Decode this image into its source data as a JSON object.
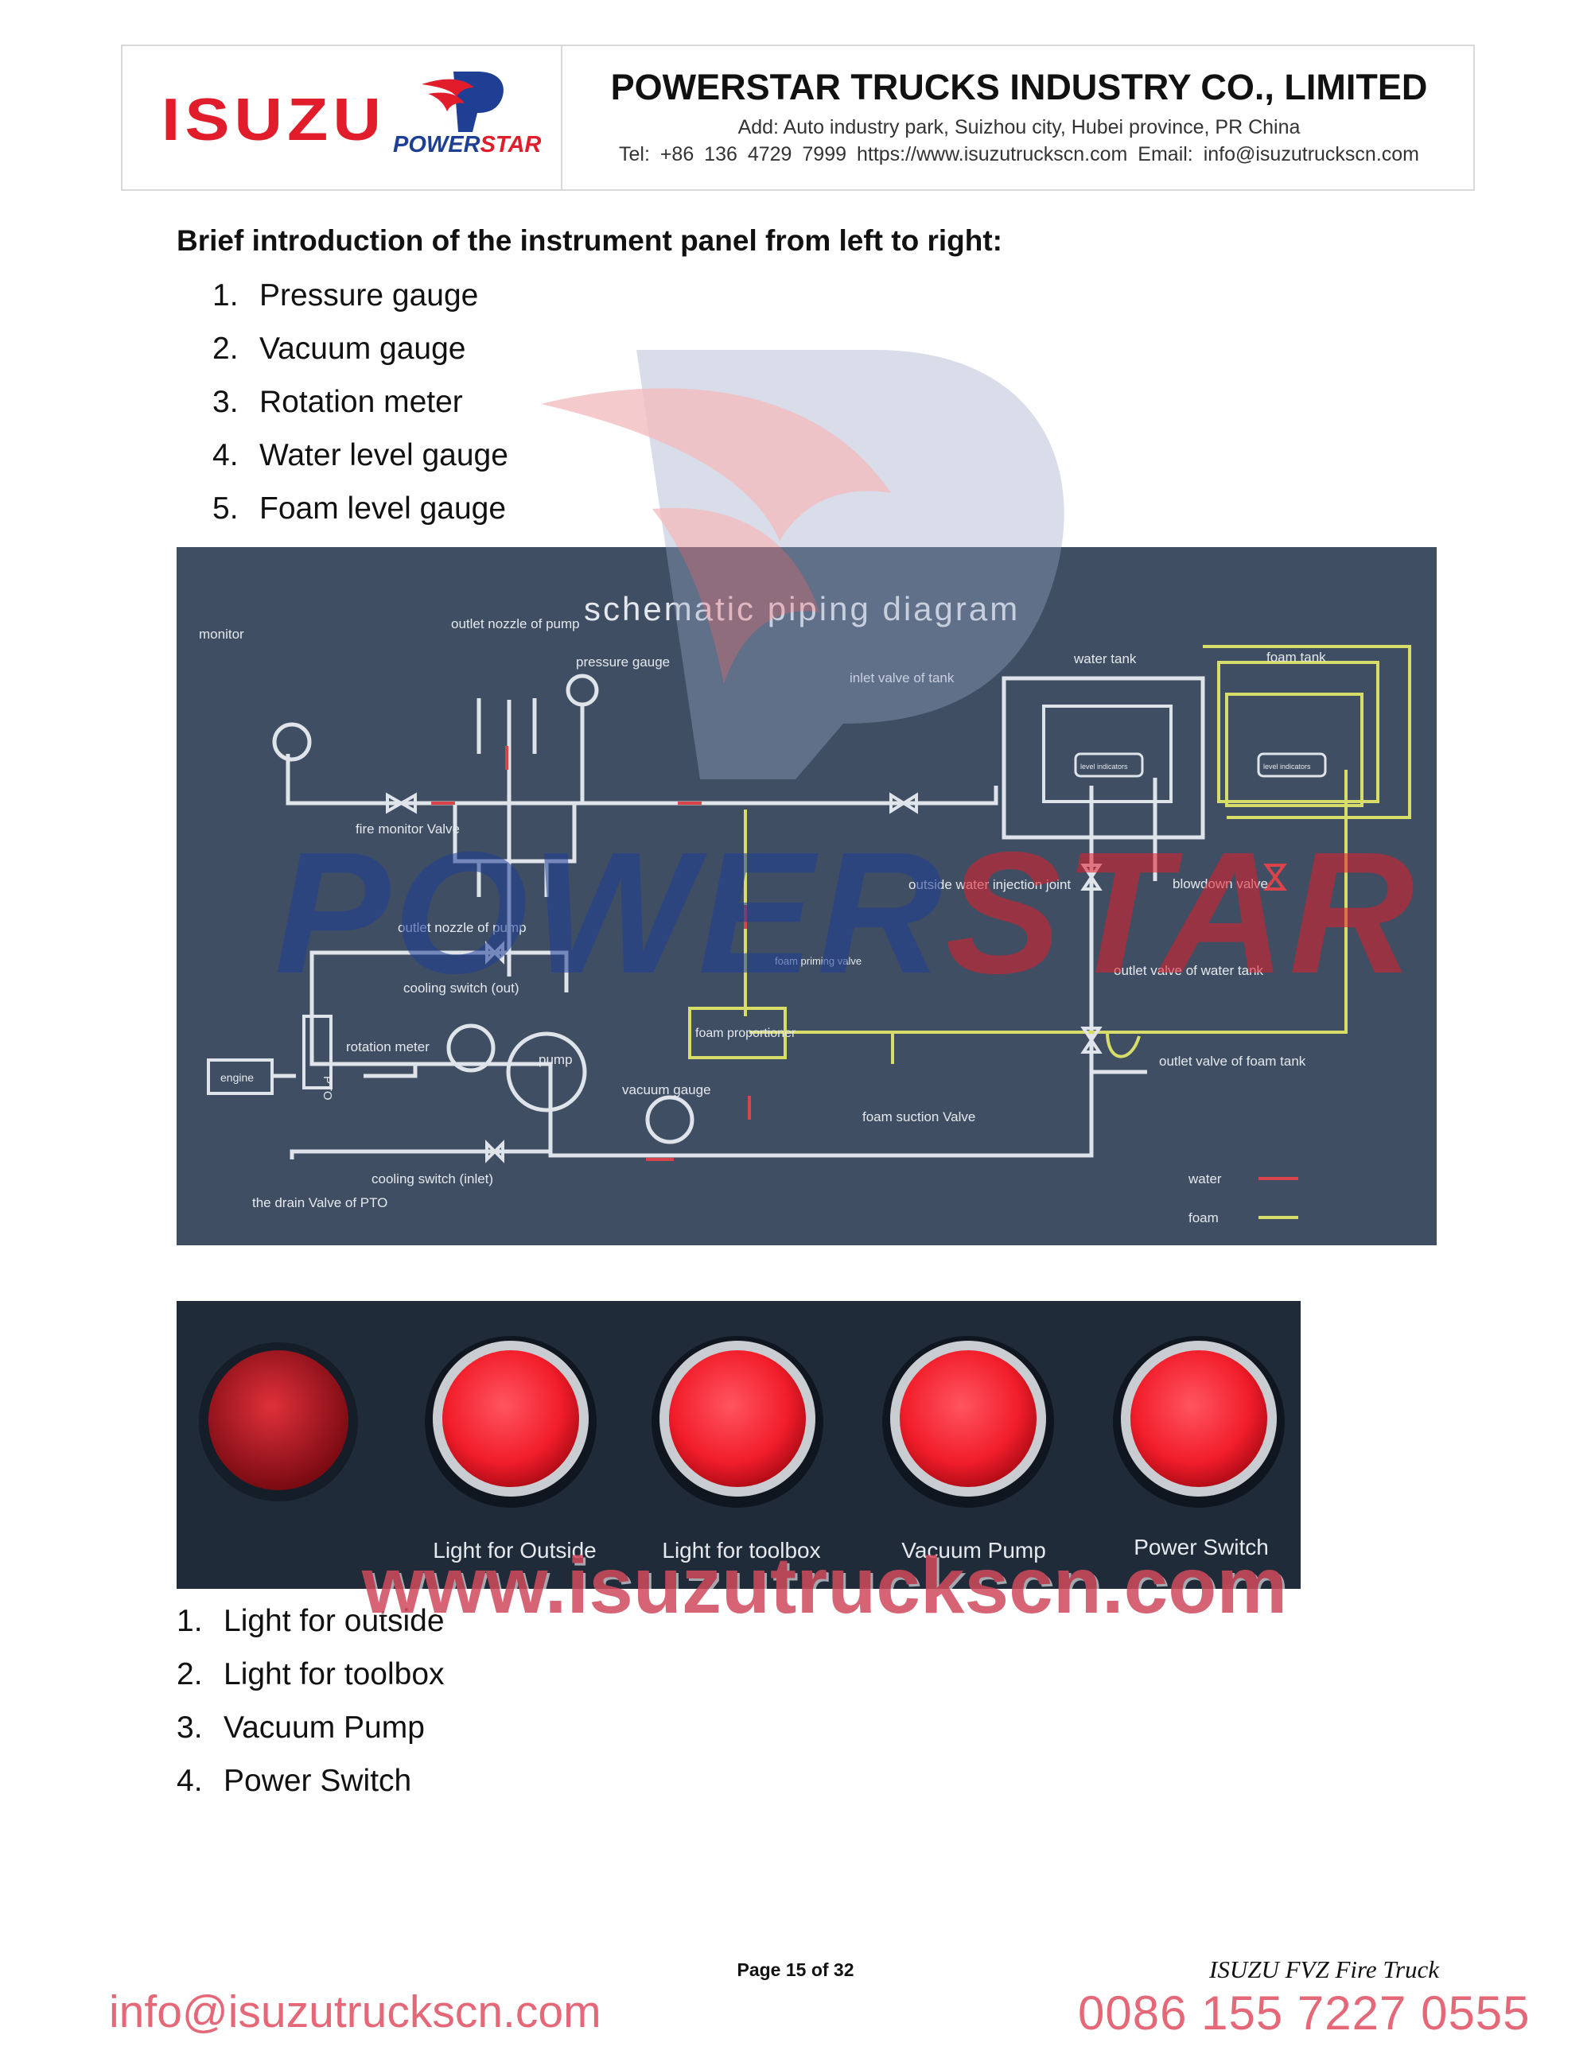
{
  "header": {
    "logo_brand": "ISUZU",
    "logo_sub_part1": "POWER",
    "logo_sub_part2": "STAR",
    "company_name": "POWERSTAR TRUCKS INDUSTRY CO., LIMITED",
    "address": "Add: Auto industry park, Suizhou city, Hubei province, PR China",
    "contact": "Tel: +86 136 4729 7999   https://www.isuzutruckscn.com    Email: info@isuzutruckscn.com"
  },
  "intro": {
    "heading": "Brief introduction of the instrument panel from left to right:",
    "items": [
      {
        "num": "1.",
        "text": "Pressure gauge"
      },
      {
        "num": "2.",
        "text": "Vacuum gauge"
      },
      {
        "num": "3.",
        "text": "Rotation meter"
      },
      {
        "num": "4.",
        "text": "Water level gauge"
      },
      {
        "num": "5.",
        "text": "Foam level gauge"
      }
    ]
  },
  "diagram": {
    "title": "schematic piping diagram",
    "labels": {
      "monitor": "monitor",
      "outlet_nozzle_top": "outlet nozzle of pump",
      "pressure_gauge": "pressure gauge",
      "inlet_valve": "inlet valve of tank",
      "water_tank": "water tank",
      "foam_tank": "foam tank",
      "level_indicators_1": "level indicators",
      "level_indicators_2": "level indicators",
      "fire_monitor_valve": "fire monitor Valve",
      "outside_injection": "outside water injection joint",
      "blowdown_valve": "blowdown valve",
      "outlet_nozzle_bottom": "outlet nozzle of pump",
      "foam_priming_valve": "foam priming valve",
      "outlet_valve_water": "outlet valve of water tank",
      "cooling_out": "cooling switch (out)",
      "rotation_meter": "rotation meter",
      "pump": "pump",
      "pto": "PTO",
      "engine": "engine",
      "foam_proportioner": "foam proportioner",
      "outlet_valve_foam": "outlet valve of foam tank",
      "vacuum_gauge": "vacuum gauge",
      "foam_suction_valve": "foam suction Valve",
      "cooling_in": "cooling switch (inlet)",
      "drain_valve": "the drain Valve of PTO",
      "legend_water": "water",
      "legend_foam": "foam"
    },
    "colors": {
      "background": "#3f4e62",
      "pipe": "#dfe3ea",
      "foam_line": "#d8dd6a",
      "water_line": "#d9434a"
    }
  },
  "buttons_panel": {
    "labels": [
      "Light for Outside",
      "Light for toolbox",
      "Vacuum Pump",
      "Power Switch"
    ],
    "colors": {
      "panel": "#202b3a",
      "button": "#f21d2a",
      "bezel": "#c9ccd0"
    }
  },
  "buttons_list": {
    "items": [
      {
        "num": "1.",
        "text": "Light for outside"
      },
      {
        "num": "2.",
        "text": "Light for toolbox"
      },
      {
        "num": "3.",
        "text": "Vacuum Pump"
      },
      {
        "num": "4.",
        "text": "Power Switch"
      }
    ]
  },
  "watermarks": {
    "brand_part1": "POWER",
    "brand_part2": "STAR",
    "website": "www.isuzutruckscn.com"
  },
  "footer": {
    "page": "Page 15 of  32",
    "doc_title": "ISUZU FVZ Fire Truck",
    "email": "info@isuzutruckscn.com",
    "phone": "0086 155 7227 0555"
  }
}
